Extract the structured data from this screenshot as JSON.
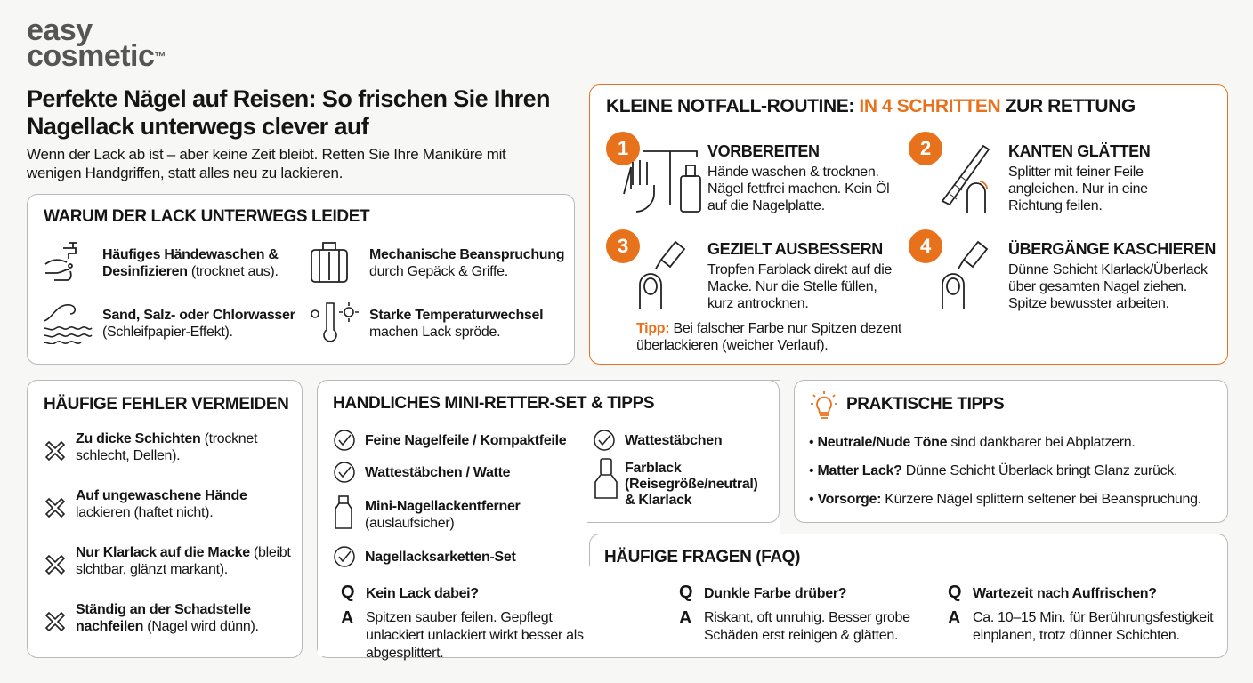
{
  "logo": {
    "line1": "easy",
    "line2": "cosmetic",
    "tm": "™"
  },
  "title": "Perfekte Nägel auf Reisen: So frischen Sie Ihren Nagellack unterwegs clever auf",
  "subtitle": "Wenn der Lack ab ist – aber keine Zeit bleibt. Retten Sie Ihre Maniküre mit wenigen Handgriffen, statt alles neu zu lackieren.",
  "colors": {
    "accent": "#e8721c",
    "text": "#151515",
    "border": "#b9b9b9"
  },
  "why": {
    "title": "WARUM DER LACK UNTERWEGS LEIDET",
    "items": [
      {
        "icon": "handwash-icon",
        "bold": "Häufiges Händewaschen & Desinfizieren",
        "rest": " (trocknet aus)."
      },
      {
        "icon": "suitcase-icon",
        "bold": "Mechanische Beanspruchung",
        "rest": " durch Gepäck & Griffe."
      },
      {
        "icon": "wave-icon",
        "bold": "Sand, Salz- oder Chlorwasser",
        "rest": " (Schleifpapier-Effekt)."
      },
      {
        "icon": "thermometer-icon",
        "bold": "Starke Temperaturwechsel",
        "rest": " machen Lack spröde."
      }
    ]
  },
  "routine": {
    "title_a": "KLEINE NOTFALL-ROUTINE: ",
    "title_b": "IN 4 SCHRITTEN",
    "title_c": " ZUR RETTUNG",
    "steps": [
      {
        "num": "1",
        "title": "VORBEREITEN",
        "text": "Hände waschen & trocknen. Nägel fettfrei machen. Kein Öl auf die Nagelplatte.",
        "icon": "hand-bottle-icon"
      },
      {
        "num": "2",
        "title": "KANTEN GLÄTTEN",
        "text": "Splitter mit feiner Feile angleichen. Nur in eine Richtung feilen.",
        "icon": "nail-file-icon"
      },
      {
        "num": "3",
        "title": "GEZIELT AUSBESSERN",
        "text": "Tropfen Farblack direkt auf die Macke. Nur die Stelle füllen, kurz antrocknen.",
        "icon": "nail-brush-icon"
      },
      {
        "num": "4",
        "title": "ÜBERGÄNGE KASCHIEREN",
        "text": "Dünne Schicht Klarlack/Überlack über gesamten Nagel ziehen. Spitze bewusster arbeiten.",
        "icon": "nail-brush-icon"
      }
    ],
    "tip_label": "Tipp:",
    "tip_text": " Bei falscher Farbe nur Spitzen dezent überlackieren (weicher Verlauf)."
  },
  "mistakes": {
    "title": "HÄUFIGE FEHLER VERMEIDEN",
    "items": [
      {
        "bold": "Zu dicke Schichten",
        "rest": " (trocknet schlecht, Dellen)."
      },
      {
        "bold": "Auf ungewaschene Hände",
        "rest": " lackieren (haftet nicht)."
      },
      {
        "bold": "Nur Klarlack auf die Macke",
        "rest": " (bleibt slchtbar, glänzt markant)."
      },
      {
        "bold": "Ständig an der Schadstelle nachfeilen",
        "rest": " (Nagel wird dünn)."
      }
    ]
  },
  "kit": {
    "title": "HANDLICHES MINI-RETTER-SET & TIPPS",
    "items": [
      {
        "icon": "check-circle-icon",
        "bold": "Feine Nagelfeile / Kompaktfeile",
        "rest": ""
      },
      {
        "icon": "check-circle-icon",
        "bold": "Wattestäbchen / Watte",
        "rest": ""
      },
      {
        "icon": "bottle-icon",
        "bold": "Mini-Nagellackentferner",
        "rest": "(auslaufsicher)"
      },
      {
        "icon": "check-circle-icon",
        "bold": "Nagellacksarketten-Set",
        "rest": ""
      },
      {
        "icon": "check-circle-icon",
        "bold": "Wattestäbchen",
        "rest": ""
      },
      {
        "icon": "nail-polish-icon",
        "bold": "Farblack (Reisegröße/neutral) & Klarlack",
        "rest": ""
      }
    ]
  },
  "tips": {
    "title": "PRAKTISCHE TIPPS",
    "icon": "lightbulb-icon",
    "items": [
      {
        "bold": "Neutrale/Nude Töne",
        "rest": " sind dankbarer bei Abplatzern."
      },
      {
        "bold": "Matter Lack?",
        "rest": " Dünne Schicht Überlack bringt Glanz zurück."
      },
      {
        "bold": "Vorsorge:",
        "rest": " Kürzere Nägel splittern seltener bei Beanspruchung."
      }
    ]
  },
  "faq": {
    "title": "HÄUFIGE FRAGEN (FAQ)",
    "q": "Q",
    "a": "A",
    "items": [
      {
        "question": "Kein Lack dabei?",
        "answer": "Spitzen sauber feilen. Gepflegt unlackiert unlackiert wirkt besser als abgesplittert."
      },
      {
        "question": "Dunkle Farbe drüber?",
        "answer": "Riskant, oft unruhig. Besser grobe Schäden erst reinigen & glätten."
      },
      {
        "question": "Wartezeit nach Auffrischen?",
        "answer": "Ca. 10–15 Min. für Berührungsfestigkeit einplanen, trotz dünner Schichten."
      }
    ]
  }
}
